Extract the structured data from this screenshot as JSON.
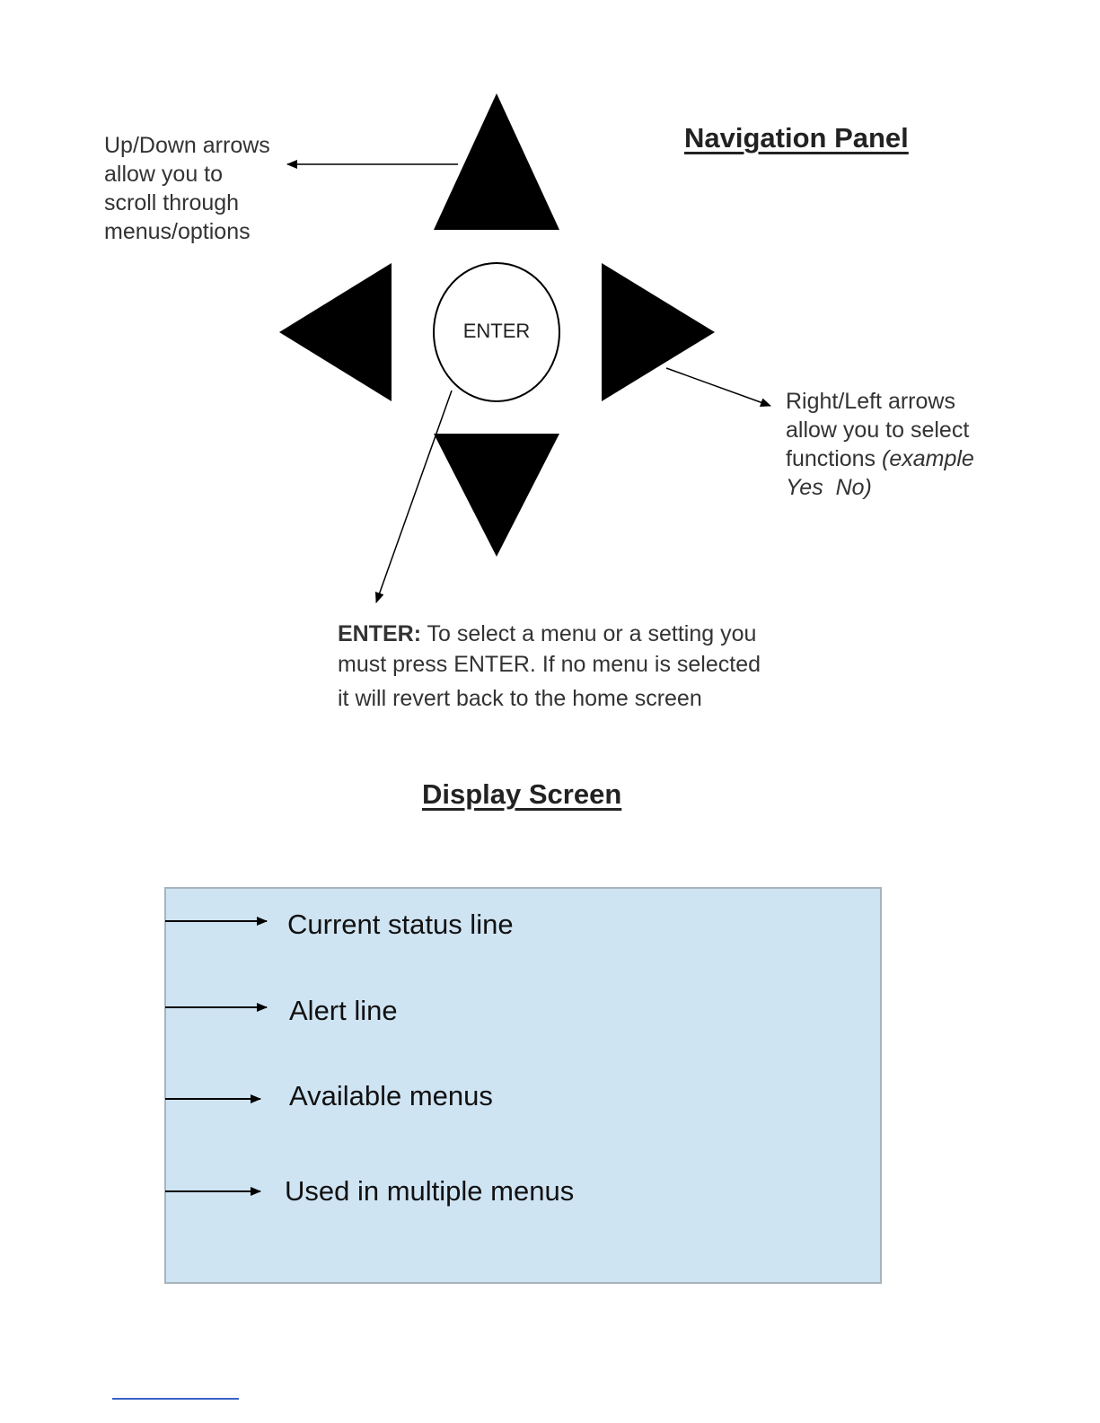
{
  "navigation_panel": {
    "title": "Navigation Panel",
    "enter_button_label": "ENTER",
    "up_down_note": [
      "Up/Down arrows",
      "allow you to",
      "scroll through",
      "menus/options"
    ],
    "right_left_note": {
      "lines": [
        "Right/Left arrows",
        "allow you to select"
      ],
      "functions_text": "functions ",
      "example_text": "(example",
      "example_values": "Yes  No)"
    },
    "enter_note": {
      "label": "ENTER:",
      "line1": " To select a menu or a setting you",
      "line2": "must press ENTER. If no menu is selected",
      "line3": "it will revert back to the home screen"
    }
  },
  "display_screen": {
    "title": "Display Screen",
    "background_color": "#cfe4f3",
    "lines": [
      {
        "label": "Current status line"
      },
      {
        "label": "Alert line"
      },
      {
        "label": "Available menus"
      },
      {
        "label": "Used in multiple menus"
      }
    ]
  }
}
